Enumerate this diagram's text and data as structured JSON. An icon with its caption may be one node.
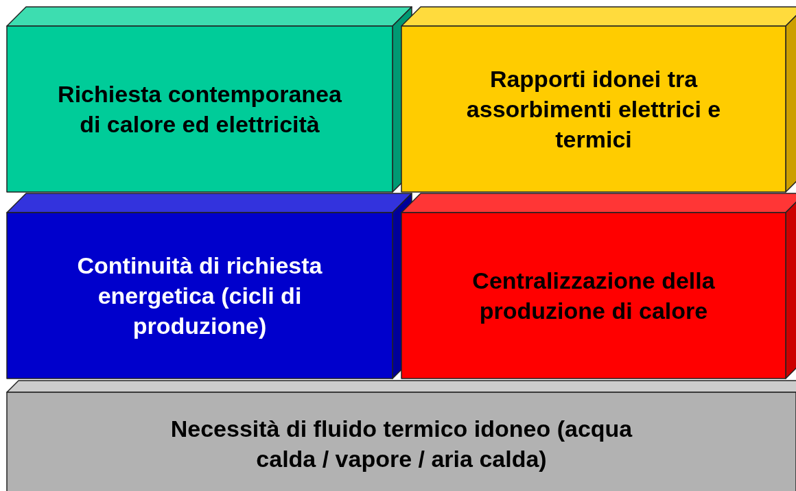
{
  "diagram": {
    "nodes": [
      {
        "text": [
          "Richiesta contemporanea di calore ed elettricità"
        ]
      },
      {
        "text": [
          "Rapporti idonei tra assorbimenti elettrici e termici"
        ]
      },
      {
        "text": [
          "Continuità di richiesta energetica (cicli di produzione)"
        ]
      },
      {
        "text": [
          "Centralizzazione della produzione di calore"
        ]
      },
      {
        "text": [
          "Necessità di fluido termico idoneo (acqua calda / vapore / aria calda)"
        ]
      }
    ]
  }
}
